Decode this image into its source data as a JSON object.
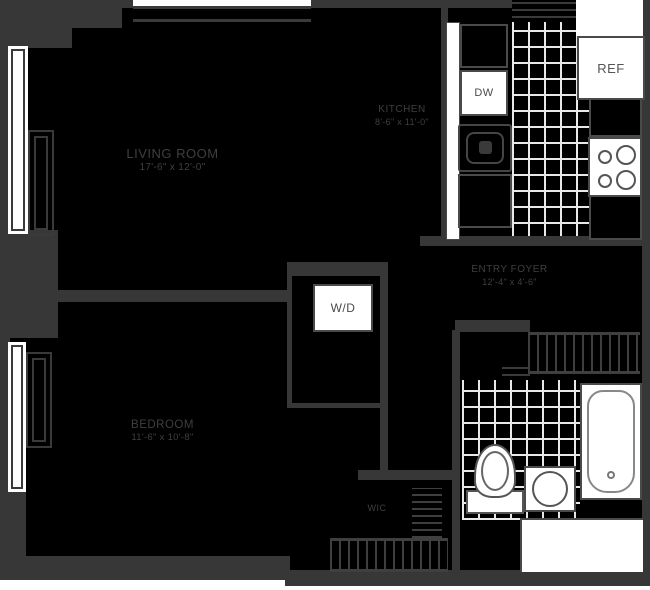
{
  "title": "Apartment floor plan",
  "rooms": {
    "living": {
      "name": "LIVING ROOM",
      "dims": "17'-6\" x 12'-0\""
    },
    "kitchen": {
      "name": "KITCHEN",
      "dims": "8'-6\" x 11'-0\""
    },
    "foyer": {
      "name": "ENTRY FOYER",
      "dims": "12'-4\" x 4'-6\""
    },
    "bedroom": {
      "name": "BEDROOM",
      "dims": "11'-6\" x 10'-8\""
    },
    "walk_in_closet": {
      "name": "WIC"
    }
  },
  "appliances": {
    "dishwasher": {
      "label": "DW"
    },
    "refrigerator": {
      "label": "REF"
    },
    "washer_dryer": {
      "label": "W/D"
    }
  },
  "fixtures": [
    "kitchen-sink",
    "stove",
    "bathtub",
    "toilet",
    "bathroom-sink"
  ],
  "colors": {
    "floor": "#000000",
    "wall": "#373737",
    "fixture_fill": "#ffffff",
    "label_text": "#3f3f3f"
  }
}
